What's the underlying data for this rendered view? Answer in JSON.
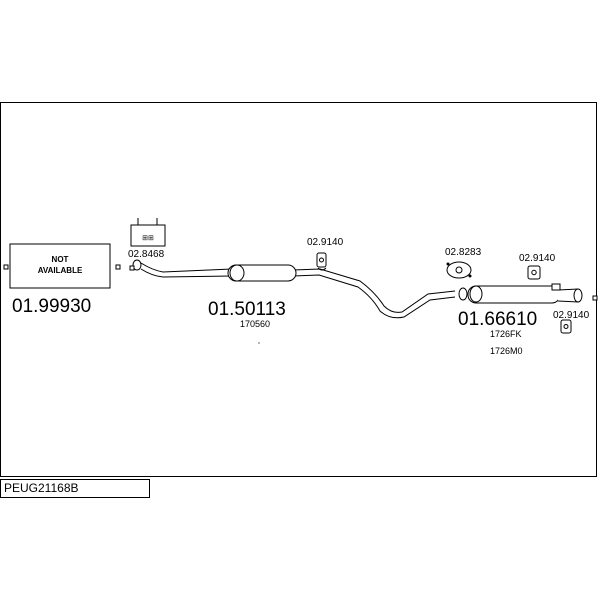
{
  "drawing_code": "PEUG21168B",
  "parts": {
    "front_section": {
      "number": "01.99930",
      "status_line1": "NOT",
      "status_line2": "AVAILABLE"
    },
    "middle_section": {
      "number": "01.50113",
      "oe_ref": "170560"
    },
    "rear_section": {
      "number": "01.66610",
      "oe_ref_1": "1726FK",
      "oe_ref_2": "1726M0"
    }
  },
  "accessories": {
    "flange_clamp": "02.8468",
    "hanger_mid": "02.9140",
    "gasket_ring": "02.8283",
    "hanger_rear_top": "02.9140",
    "hanger_rear_bottom": "02.9140"
  },
  "colors": {
    "line": "#000000",
    "background": "#ffffff"
  }
}
